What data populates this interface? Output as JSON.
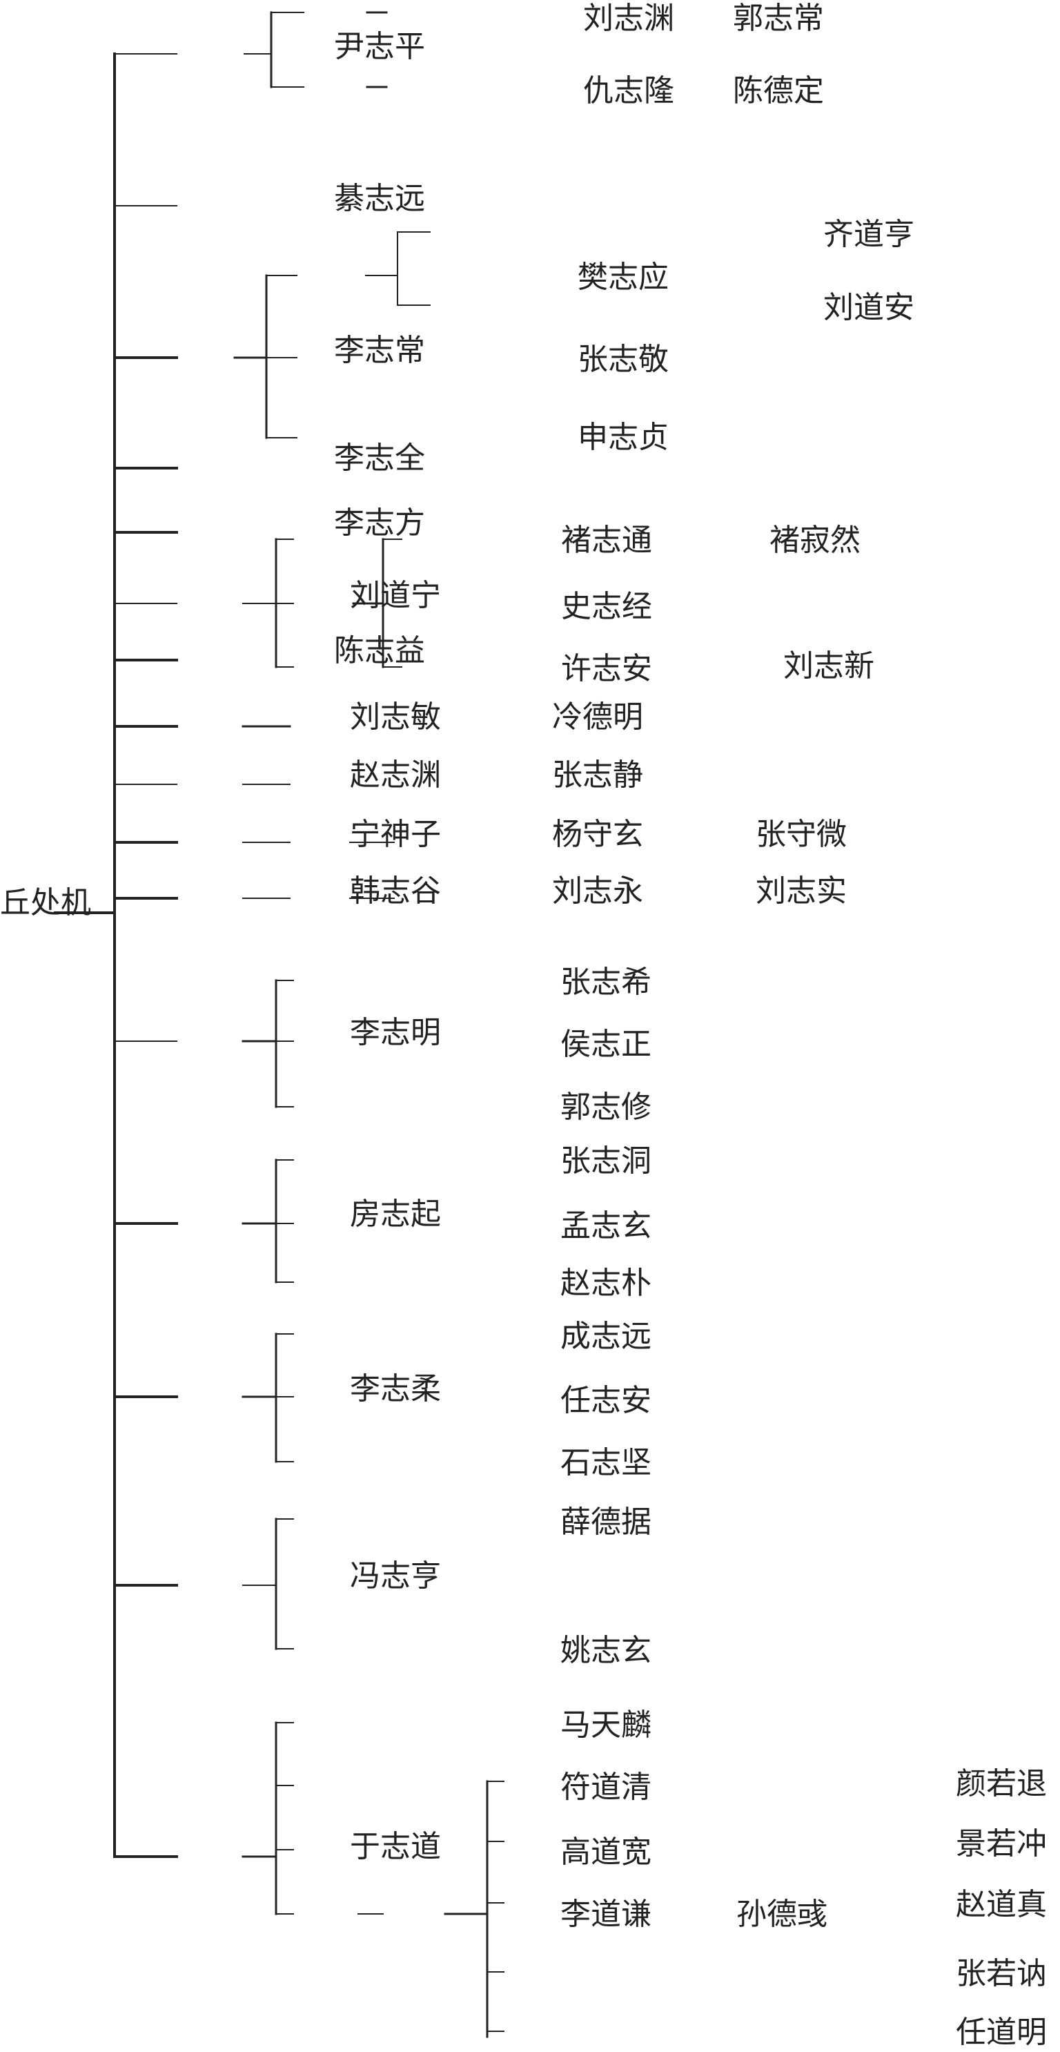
{
  "root": "丘处机",
  "branches": [
    {
      "name": "尹志平",
      "children": [
        {
          "name": "刘志渊",
          "children": [
            {
              "name": "郭志常"
            }
          ]
        },
        {
          "name": "仇志隆",
          "children": [
            {
              "name": "陈德定"
            }
          ]
        }
      ]
    },
    {
      "name": "綦志远"
    },
    {
      "name": "李志常",
      "children": [
        {
          "name": "樊志应",
          "children": [
            {
              "name": "齐道亨"
            },
            {
              "name": "刘道安"
            }
          ]
        },
        {
          "name": "张志敬"
        },
        {
          "name": "申志贞"
        }
      ]
    },
    {
      "name": "李志全"
    },
    {
      "name": "李志方"
    },
    {
      "name": "刘道宁",
      "children": [
        {
          "name": "褚志通"
        },
        {
          "name": "史志经",
          "children": [
            {
              "name": "褚寂然"
            },
            {
              "name": "刘志新"
            }
          ]
        },
        {
          "name": "许志安"
        }
      ]
    },
    {
      "name": "陈志益"
    },
    {
      "name": "刘志敏",
      "children": [
        {
          "name": "冷德明"
        }
      ]
    },
    {
      "name": "赵志渊",
      "children": [
        {
          "name": "张志静"
        }
      ]
    },
    {
      "name": "宁神子",
      "children": [
        {
          "name": "杨守玄",
          "children": [
            {
              "name": "张守微"
            }
          ]
        }
      ]
    },
    {
      "name": "韩志谷",
      "children": [
        {
          "name": "刘志永",
          "children": [
            {
              "name": "刘志实"
            }
          ]
        }
      ]
    },
    {
      "name": "李志明",
      "children": [
        {
          "name": "张志希"
        },
        {
          "name": "侯志正"
        },
        {
          "name": "郭志修"
        }
      ]
    },
    {
      "name": "房志起",
      "children": [
        {
          "name": "张志洞"
        },
        {
          "name": "孟志玄"
        },
        {
          "name": "赵志朴"
        }
      ]
    },
    {
      "name": "李志柔",
      "children": [
        {
          "name": "成志远"
        },
        {
          "name": "任志安"
        },
        {
          "name": "石志坚"
        }
      ]
    },
    {
      "name": "冯志亨",
      "children": [
        {
          "name": "薛德据"
        },
        {
          "name": "姚志玄"
        }
      ]
    },
    {
      "name": "于志道",
      "children": [
        {
          "name": "马天麟"
        },
        {
          "name": "符道清"
        },
        {
          "name": "高道宽"
        },
        {
          "name": "李道谦",
          "children": [
            {
              "name": "孙德彧",
              "children": [
                {
                  "name": "颜若退"
                },
                {
                  "name": "景若冲"
                },
                {
                  "name": "赵道真"
                },
                {
                  "name": "张若讷"
                },
                {
                  "name": "任道明"
                }
              ]
            }
          ]
        }
      ]
    }
  ]
}
